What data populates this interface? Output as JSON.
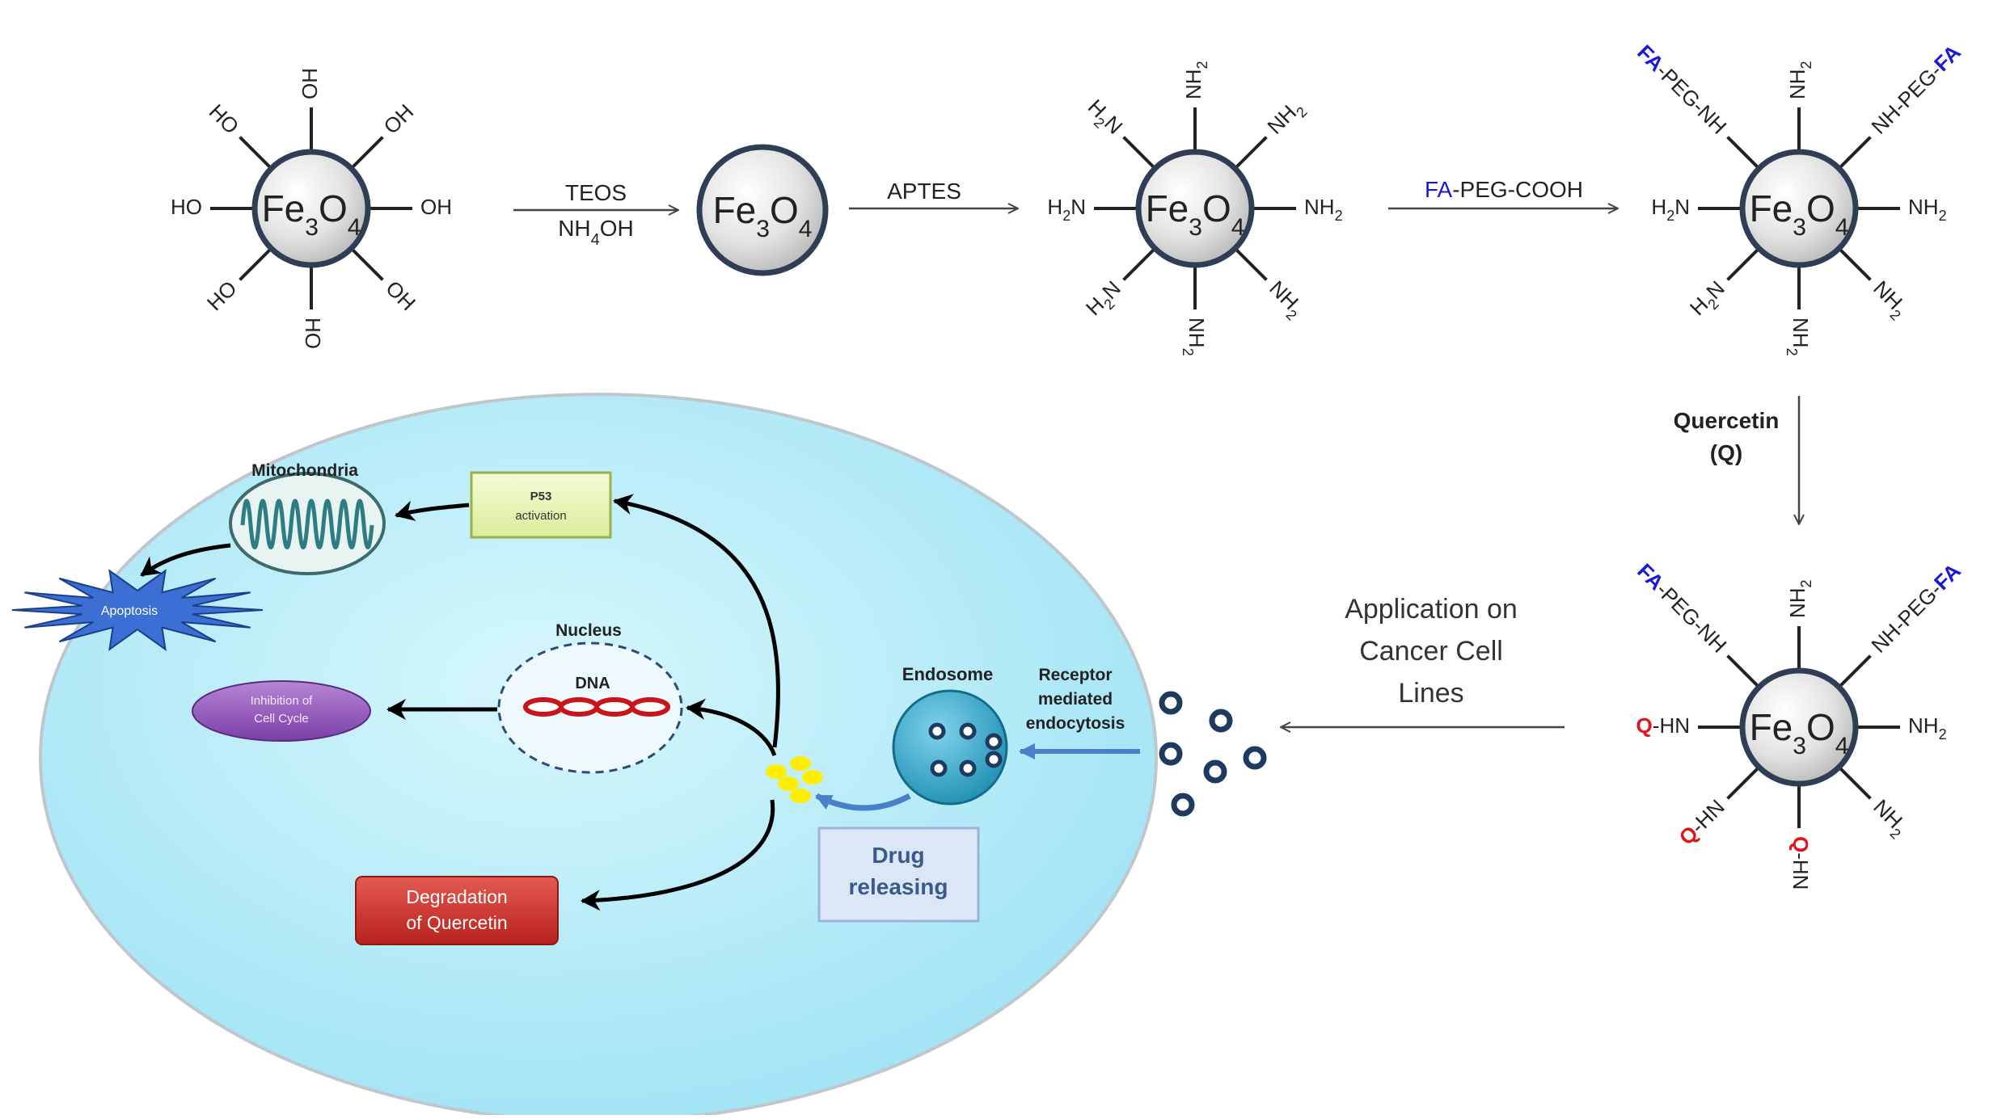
{
  "core_label": "Fe3O4",
  "reagents": {
    "step1_top": "TEOS",
    "step1_bottom": "NH4OH",
    "step2": "APTES",
    "step3_fa": "FA",
    "step3_rest": "-PEG-COOH",
    "step4_line1": "Quercetin",
    "step4_line2": "(Q)",
    "application": [
      "Application on",
      "Cancer Cell",
      "Lines"
    ]
  },
  "ligands": {
    "oh": "OH",
    "ho": "HO",
    "nh2": "NH2",
    "h2n": "H2N",
    "nh_peg": "NH-PEG-",
    "peg_nh": "-PEG-NH",
    "fa": "FA",
    "nh": "NH-",
    "q": "Q"
  },
  "cell": {
    "mitochondria": "Mitochondria",
    "p53": [
      "P53",
      "activation"
    ],
    "apoptosis": "Apoptosis",
    "nucleus": "Nucleus",
    "dna": "DNA",
    "inhibition": [
      "Inhibition of",
      "Cell Cycle"
    ],
    "endosome": "Endosome",
    "receptor": [
      "Receptor",
      "mediated",
      "endocytosis"
    ],
    "drug_releasing": [
      "Drug",
      "releasing"
    ],
    "degradation": [
      "Degradation",
      "of Quercetin"
    ]
  },
  "colors": {
    "fa": "#1a1ad6",
    "quercetin": "#e0151b",
    "cell_fill": "#a5e8f7",
    "core_border": "#2f3e55",
    "endosome": "#2a9cc0",
    "dna": "#c9141b"
  }
}
